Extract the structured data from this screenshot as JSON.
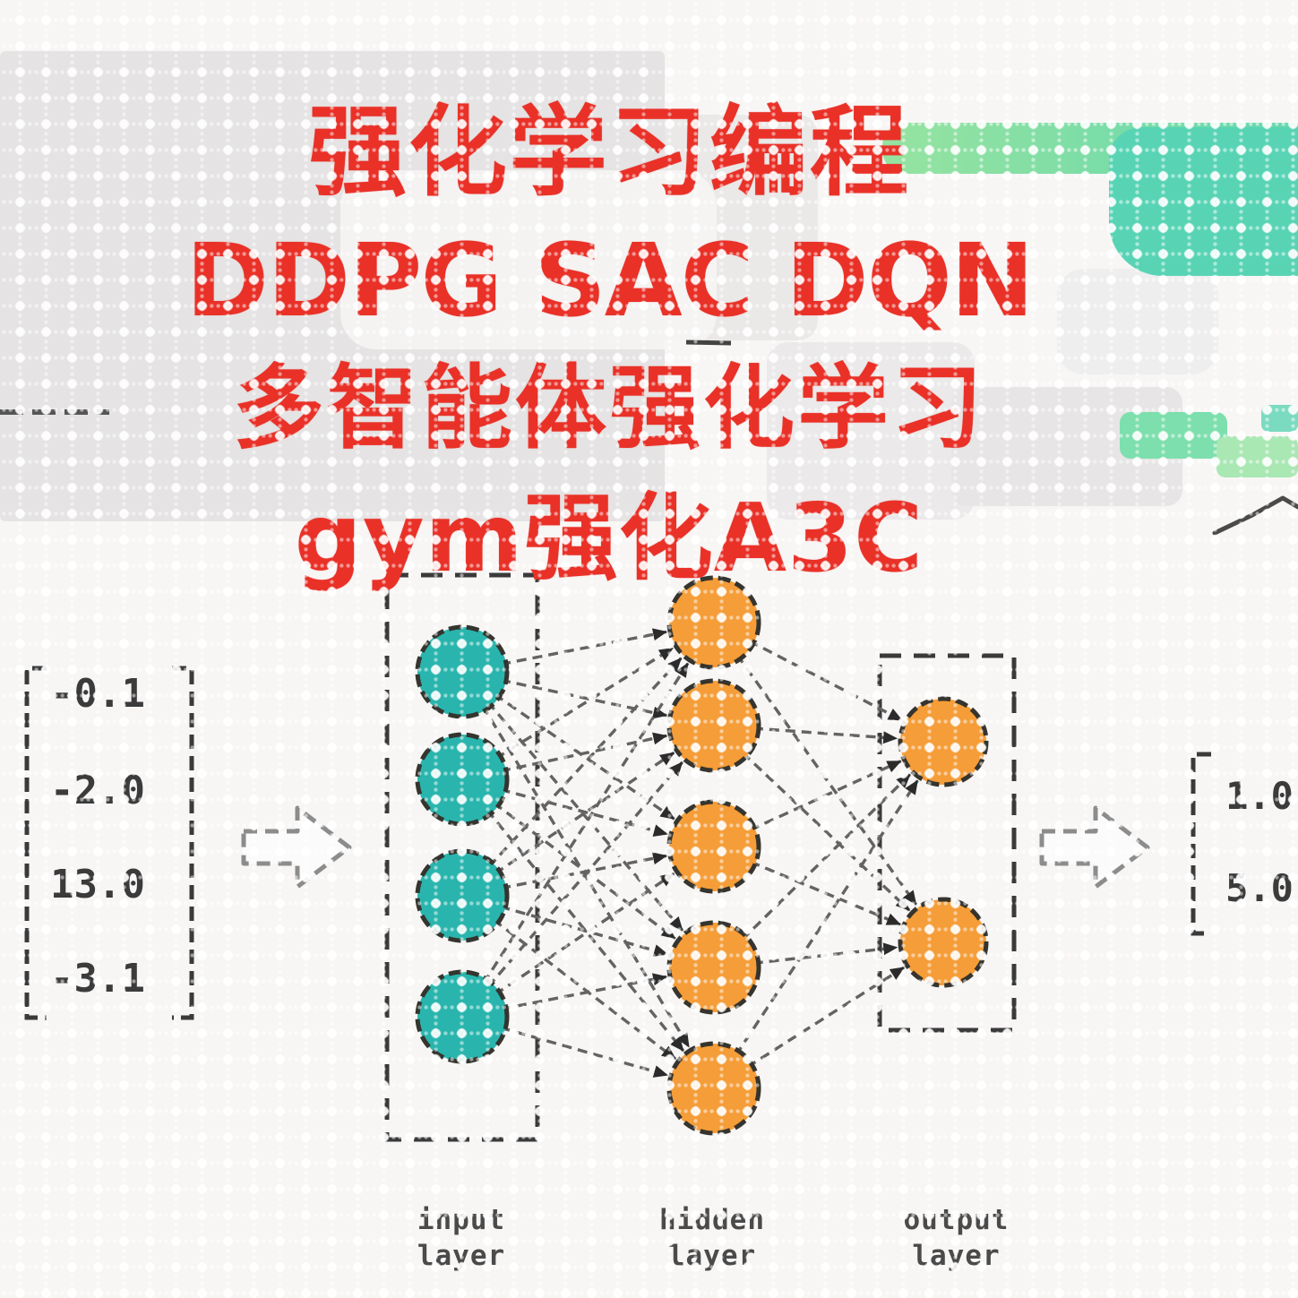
{
  "poster": {
    "title_lines": [
      "强化学习编程",
      "DDPG SAC DQN",
      "多智能体强化学习",
      "gym强化A3C"
    ]
  },
  "network": {
    "input_vector": {
      "values": [
        "-0.1",
        "-2.0",
        "13.0",
        "-3.1"
      ]
    },
    "output_vector": {
      "values": [
        "1.0",
        "5.0"
      ]
    },
    "layers": [
      {
        "name": "input",
        "label": "input layer",
        "nodes": 4,
        "color": "#29b5ad",
        "boxed": true
      },
      {
        "name": "hidden",
        "label": "hidden layer",
        "nodes": 5,
        "color": "#f59d38",
        "boxed": false
      },
      {
        "name": "output",
        "label": "output layer",
        "nodes": 2,
        "color": "#f59d38",
        "boxed": true
      }
    ]
  },
  "colors": {
    "title_red": "#e93128",
    "teal_node": "#29b5ad",
    "orange_node": "#f59d38",
    "node_outline": "#35342e",
    "connection_gray": "#636363",
    "number_dark": "#3b3b3b",
    "label_gray": "#4a4a4a",
    "gray_band": "#e5e3e3",
    "green_strip": "#97e3a0",
    "teal_blob": "#58d4b5",
    "background": "#f8f6f5"
  }
}
